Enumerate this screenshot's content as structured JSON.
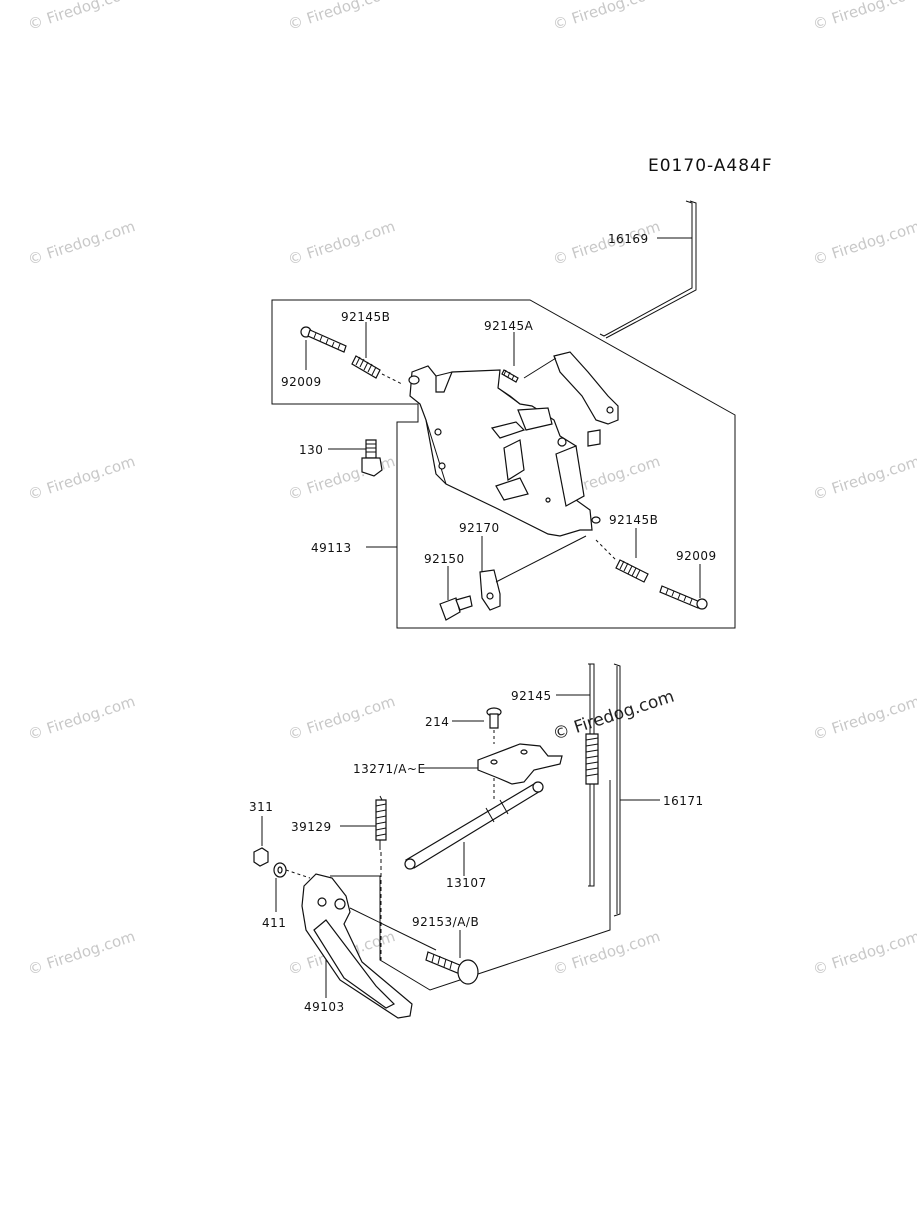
{
  "diagram_code": "E0170-A484F",
  "watermark": "© Firedog.com",
  "watermark_center": "© Firedog.com",
  "labels": {
    "p16169": "16169",
    "p92145B_top": "92145B",
    "p92145A": "92145A",
    "p92009_top": "92009",
    "p130": "130",
    "p49113": "49113",
    "p92170": "92170",
    "p92150": "92150",
    "p92145B_bottom": "92145B",
    "p92009_bottom": "92009",
    "p92145": "92145",
    "p214": "214",
    "p13271": "13271/A~E",
    "p16171": "16171",
    "p311": "311",
    "p39129": "39129",
    "p13107": "13107",
    "p411": "411",
    "p92153": "92153/A/B",
    "p49103": "49103"
  }
}
